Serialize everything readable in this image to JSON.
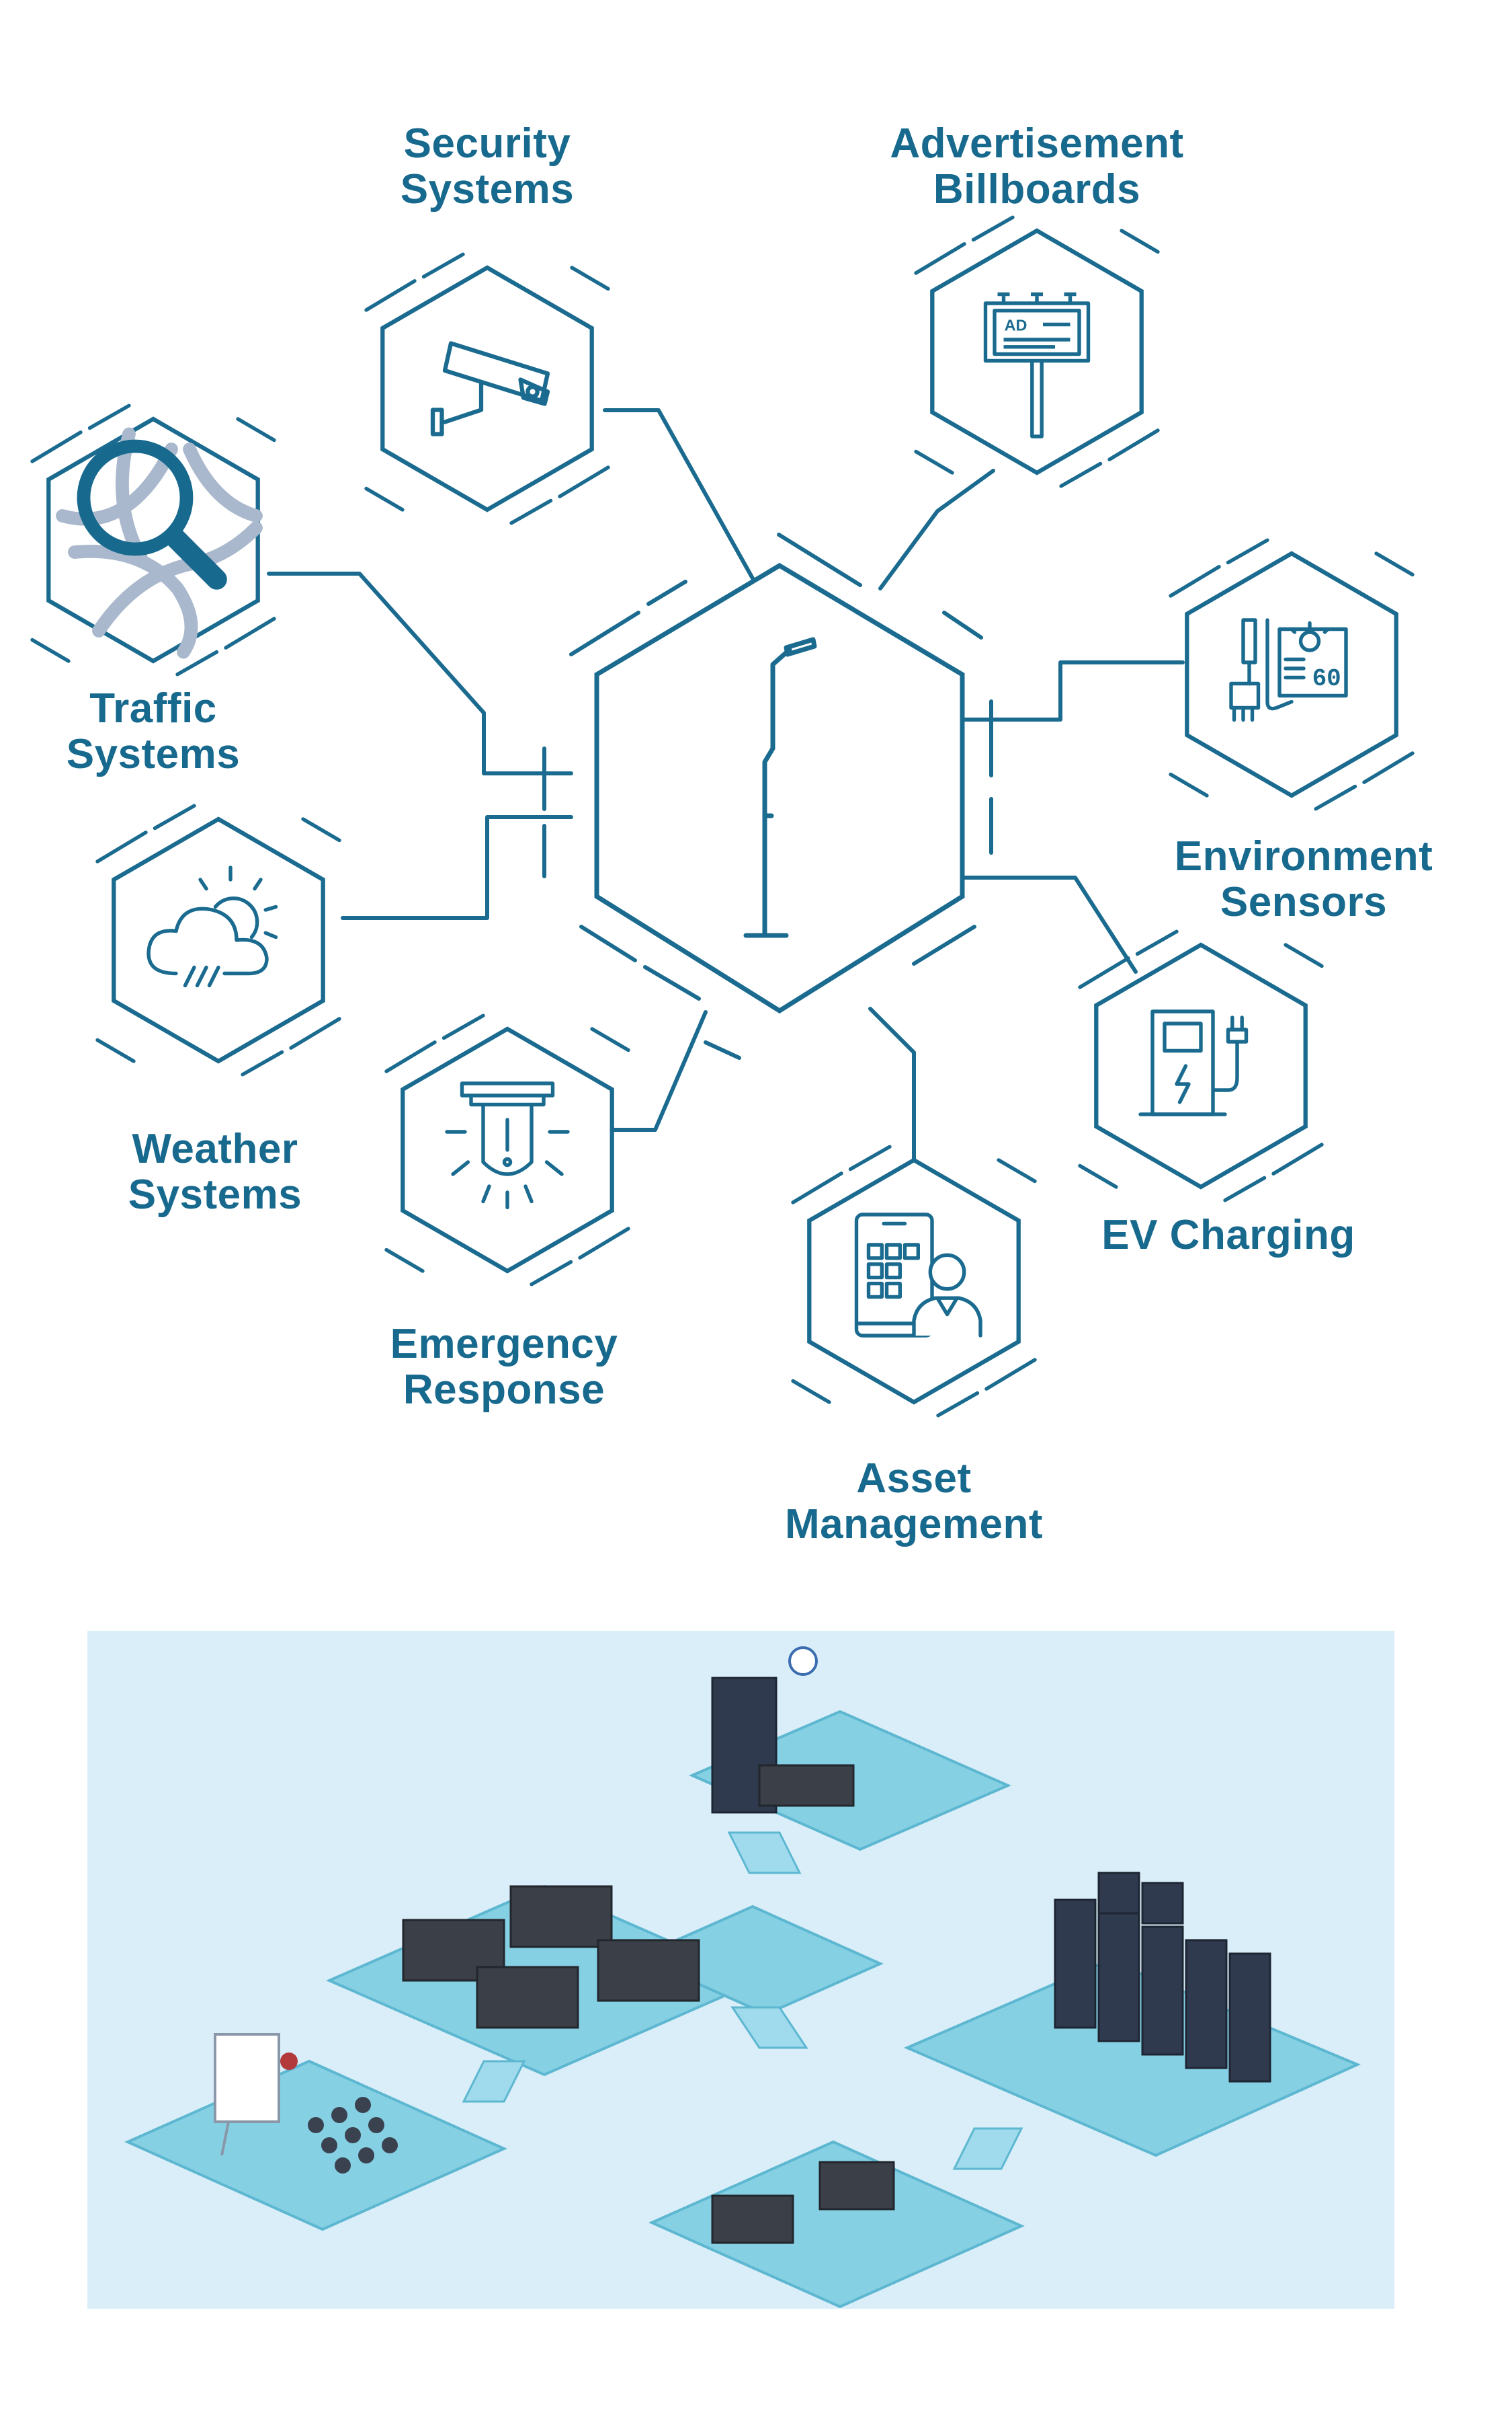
{
  "diagram": {
    "center": {
      "icon": "street-lamp-icon"
    },
    "nodes": [
      {
        "id": "security",
        "lines": [
          "Security",
          "Systems"
        ],
        "icon": "cctv-camera-icon"
      },
      {
        "id": "advert",
        "lines": [
          "Advertisement",
          "Billboards"
        ],
        "icon": "billboard-icon",
        "billboard_text": "AD"
      },
      {
        "id": "traffic",
        "lines": [
          "Traffic",
          "Systems"
        ],
        "icon": "map-search-icon"
      },
      {
        "id": "environment",
        "lines": [
          "Environment",
          "Sensors"
        ],
        "icon": "sensor-panel-icon",
        "sensor_readout": "60"
      },
      {
        "id": "weather",
        "lines": [
          "Weather",
          "Systems"
        ],
        "icon": "weather-cloud-sun-icon"
      },
      {
        "id": "ev",
        "lines": [
          "EV Charging"
        ],
        "icon": "ev-charger-icon"
      },
      {
        "id": "emergency",
        "lines": [
          "Emergency",
          "Response"
        ],
        "icon": "alarm-siren-icon"
      },
      {
        "id": "asset",
        "lines": [
          "Asset",
          "Management"
        ],
        "icon": "tablet-user-icon"
      }
    ],
    "colors": {
      "primary": "#17698e",
      "line": "#1a6b8f",
      "map_road": "#a9b8cc"
    }
  },
  "office_illustration": {
    "icon": "isometric-office-illustration",
    "colors": {
      "background": "#d9eef8",
      "floor": "#7fcde3",
      "floor_edge": "#5db7d1"
    }
  }
}
